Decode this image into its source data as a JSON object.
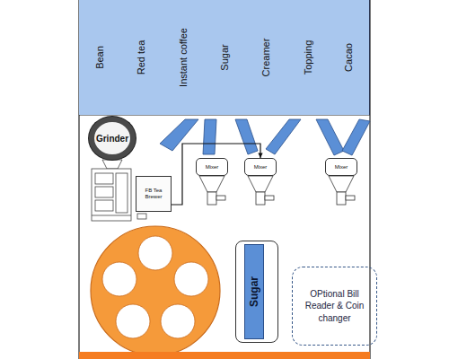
{
  "diagram": {
    "nodes": [
      {
        "text": [
          "Bean"
        ]
      },
      {
        "text": [
          "Red tea"
        ]
      },
      {
        "text": [
          "Instant coffee"
        ]
      },
      {
        "text": [
          "Sugar"
        ]
      },
      {
        "text": [
          "Creamer"
        ]
      },
      {
        "text": [
          "Topping"
        ]
      },
      {
        "text": [
          "Cacao"
        ]
      },
      {
        "text": [
          "Grinder"
        ]
      },
      {
        "text": [
          "FB Tea Brewer"
        ]
      },
      {
        "text": [
          "Mixer"
        ]
      },
      {
        "text": [
          "Mixer"
        ]
      },
      {
        "text": [
          "Mixer"
        ]
      },
      {
        "text": [
          "Sugar"
        ]
      },
      {
        "text": [
          "OPtional Bill Reader & Coin changer"
        ]
      }
    ],
    "edges": [
      {
        "from": 8,
        "to": 10,
        "arrow": "to"
      }
    ]
  }
}
